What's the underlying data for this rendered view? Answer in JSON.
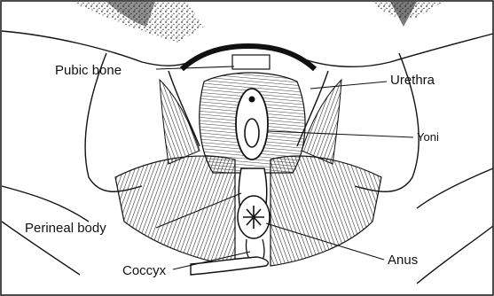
{
  "labels": {
    "pubic_bone": "Pubic bone",
    "urethra": "Urethra",
    "yoni": "Yoni",
    "perineal_body": "Perineal body",
    "coccyx": "Coccyx",
    "anus": "Anus"
  },
  "colors": {
    "ink": "#111111",
    "paper": "#ffffff",
    "stipple": "#555555"
  }
}
